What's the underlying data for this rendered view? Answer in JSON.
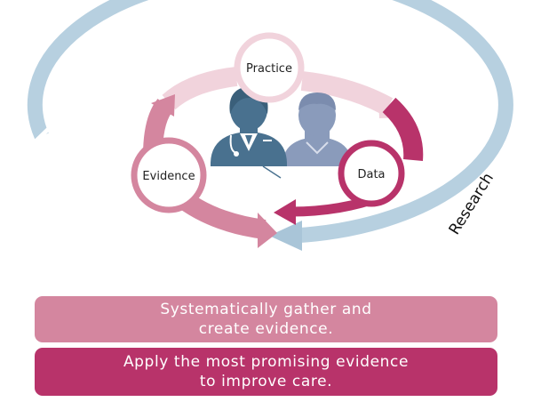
{
  "cycle": {
    "nodes": {
      "practice": "Practice",
      "data": "Data",
      "evidence": "Evidence"
    },
    "outer_label": "Research"
  },
  "banners": {
    "gather": {
      "line1": "Systematically gather and",
      "line2": "create evidence."
    },
    "apply": {
      "line1": "Apply the most promising evidence",
      "line2": "to improve care."
    }
  },
  "colors": {
    "outer_ring": "#b7d0e0",
    "outer_ring_tip": "#a9c5d8",
    "arrow_light_pink": "#f1d3dc",
    "arrow_magenta": "#b8336a",
    "arrow_pink": "#d4869f",
    "clinician": "#49718f",
    "patient": "#8a9bbb",
    "banner_gather": "#d4869f",
    "banner_apply": "#b8336a"
  },
  "icons": {
    "clinician": "doctor-icon",
    "patient": "patient-icon"
  }
}
